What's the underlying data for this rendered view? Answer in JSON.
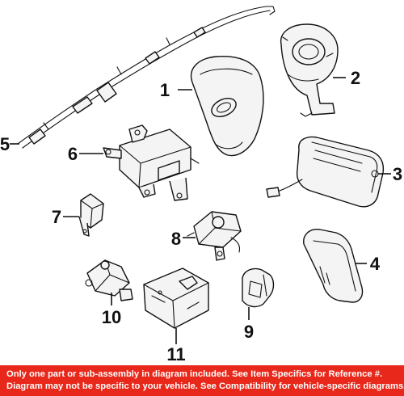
{
  "diagram": {
    "callouts": [
      {
        "id": "1",
        "text": "1"
      },
      {
        "id": "2",
        "text": "2"
      },
      {
        "id": "3",
        "text": "3"
      },
      {
        "id": "4",
        "text": "4"
      },
      {
        "id": "5",
        "text": "5"
      },
      {
        "id": "6",
        "text": "6"
      },
      {
        "id": "7",
        "text": "7"
      },
      {
        "id": "8",
        "text": "8"
      },
      {
        "id": "9",
        "text": "9"
      },
      {
        "id": "10",
        "text": "10"
      },
      {
        "id": "11",
        "text": "11"
      }
    ]
  },
  "footer": {
    "line1": "Only one part or sub-assembly in diagram included. See Item Specifics for Reference #.",
    "line2": "Diagram may not be specific to your vehicle. See Compatibility for vehicle-specific diagrams.",
    "background_color": "#e8281a",
    "text_color": "#ffffff"
  }
}
